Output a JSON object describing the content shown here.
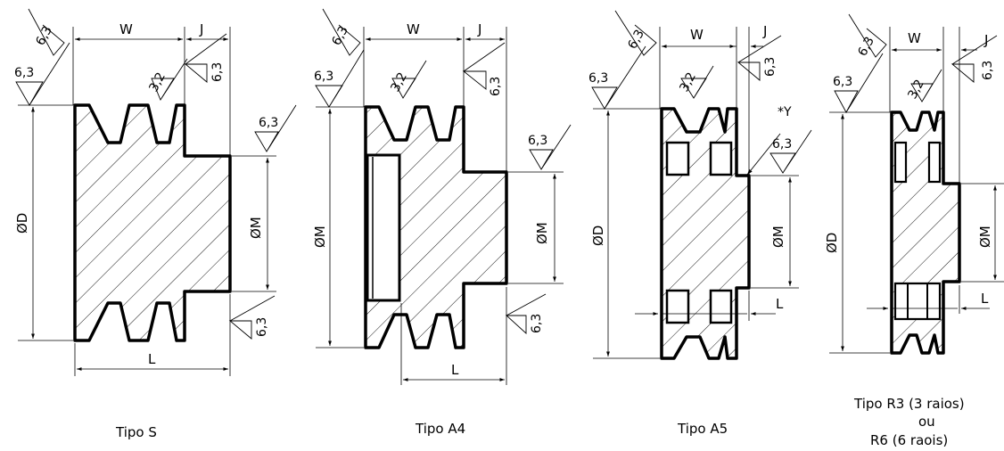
{
  "colors": {
    "line": "#000000",
    "background": "#ffffff"
  },
  "labels": {
    "W": "W",
    "J": "J",
    "L": "L",
    "D": "ØD",
    "M": "ØM",
    "r63": "6,3",
    "r32": "3,2",
    "y": "*Y"
  },
  "pulleys": [
    {
      "caption": [
        "Tipo S"
      ]
    },
    {
      "caption": [
        "Tipo A4"
      ]
    },
    {
      "caption": [
        "Tipo A5"
      ]
    },
    {
      "caption": [
        "Tipo R3 (3 raios)",
        "ou",
        "R6 (6 raois)"
      ]
    }
  ]
}
